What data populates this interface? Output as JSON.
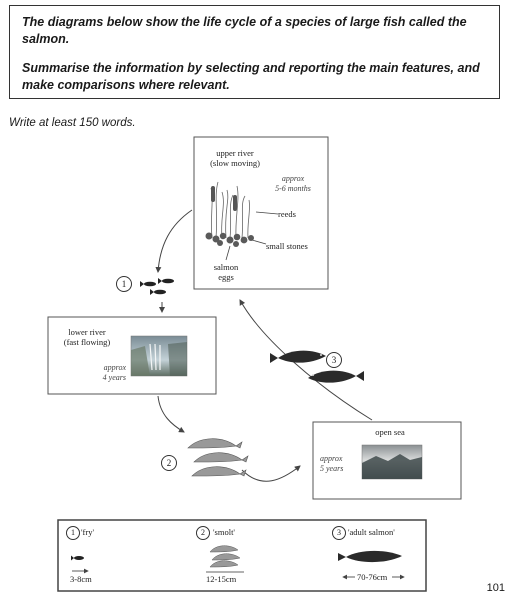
{
  "task": {
    "line1": "The diagrams below show the life cycle of a species of large fish called the salmon.",
    "line2": "Summarise the information by selecting and reporting the main features, and make comparisons where relevant."
  },
  "instruction": "Write at least 150 words.",
  "upper_river": {
    "title": "upper river\n(slow moving)",
    "duration": "approx\n5-6 months",
    "reeds": "reeds",
    "stones": "small stones",
    "eggs": "salmon\neggs"
  },
  "lower_river": {
    "title": "lower river\n(fast flowing)",
    "duration": "approx\n4 years"
  },
  "open_sea": {
    "title": "open sea",
    "duration": "approx\n5 years"
  },
  "stage_numbers": [
    "1",
    "2",
    "3"
  ],
  "legend": {
    "fry": {
      "num": "1",
      "label": "'fry'",
      "size": "3-8cm"
    },
    "smolt": {
      "num": "2",
      "label": "'smolt'",
      "size": "12-15cm"
    },
    "adult": {
      "num": "3",
      "label": "'adult salmon'",
      "size": "70-76cm"
    }
  },
  "page_number": "101"
}
